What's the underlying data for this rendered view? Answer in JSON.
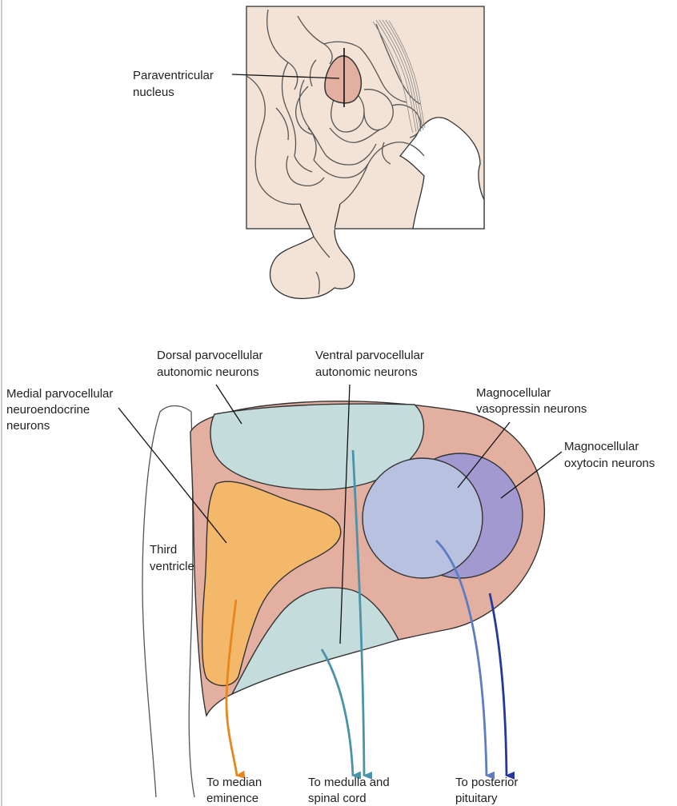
{
  "top_panel": {
    "label_lines": [
      "Paraventricular",
      "nucleus"
    ]
  },
  "bottom_panel": {
    "labels": {
      "dorsal": [
        "Dorsal parvocellular",
        "autonomic neurons"
      ],
      "ventral": [
        "Ventral parvocellular",
        "autonomic neurons"
      ],
      "medial": [
        "Medial parvocellular",
        "neuroendocrine",
        "neurons"
      ],
      "vasopressin": [
        "Magnocellular",
        "vasopressin neurons"
      ],
      "oxytocin": [
        "Magnocellular",
        "oxytocin neurons"
      ],
      "third_ventricle": [
        "Third",
        "ventricle"
      ]
    },
    "targets": {
      "median": [
        "To median",
        "eminence"
      ],
      "medulla": [
        "To medulla and",
        "spinal cord"
      ],
      "pituitary": [
        "To posterior",
        "pituitary"
      ]
    }
  },
  "colors": {
    "brain_tissue": "#f3e3d6",
    "nucleus_region": "#e3afa0",
    "medial_neurons": "#f3b86a",
    "autonomic_neurons": "#c5dcdc",
    "vasopressin_neurons": "#b9c1e0",
    "oxytocin_neurons": "#a199cf",
    "arrow_orange": "#e8861e",
    "arrow_teal": "#4a93a8",
    "arrow_blue": "#5d7dc3",
    "arrow_navy": "#24399a"
  }
}
